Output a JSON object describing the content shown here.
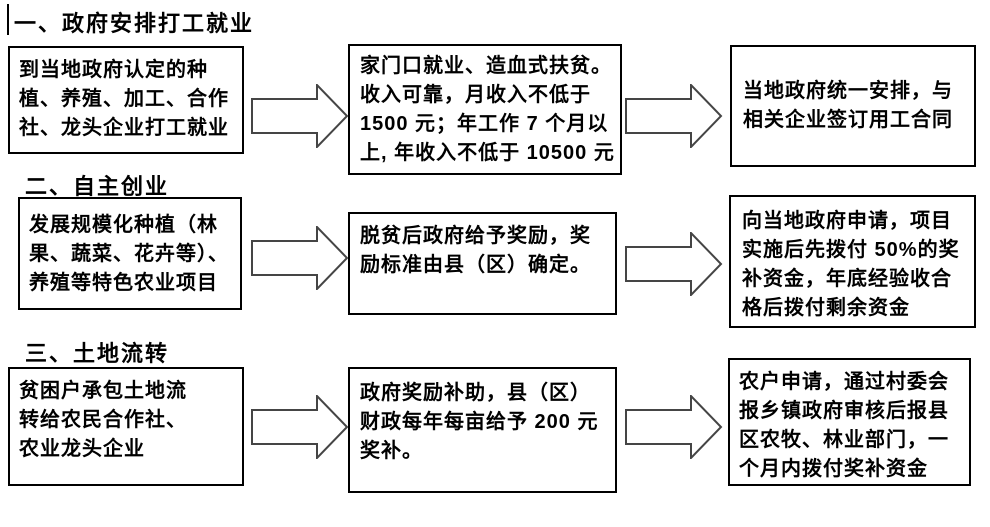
{
  "document": {
    "type": "flowchart",
    "background": "#ffffff"
  },
  "colors": {
    "text": "#000000",
    "box_border": "#000000",
    "box_fill": "#ffffff",
    "arrow_outline": "#454545",
    "arrow_fill": "#ffffff"
  },
  "icons": {
    "flow_arrow": "right-block-arrow-icon"
  },
  "sections": [
    {
      "title": "一、政府安排打工就业",
      "steps": [
        "到当地政府认定的种\n植、养殖、加工、合作\n社、龙头企业打工就业",
        "家门口就业、造血式扶贫。\n收入可靠，月收入不低于\n1500 元；年工作 7 个月以\n上, 年收入不低于 10500 元",
        "当地政府统一安排，与\n相关企业签订用工合同"
      ]
    },
    {
      "title": "二、自主创业",
      "steps": [
        "发展规模化种植（林\n果、蔬菜、花卉等）、\n养殖等特色农业项目",
        "脱贫后政府给予奖励，奖\n励标准由县（区）确定。",
        "向当地政府申请，项目\n实施后先拨付 50%的奖\n补资金，年底经验收合\n格后拨付剩余资金"
      ]
    },
    {
      "title": "三、土地流转",
      "steps": [
        "贫困户承包土地流\n转给农民合作社、\n农业龙头企业",
        "政府奖励补助，县（区）\n财政每年每亩给予 200 元\n奖补。",
        "农户申请，通过村委会\n报乡镇政府审核后报县\n区农牧、林业部门，一\n个月内拨付奖补资金"
      ]
    }
  ]
}
